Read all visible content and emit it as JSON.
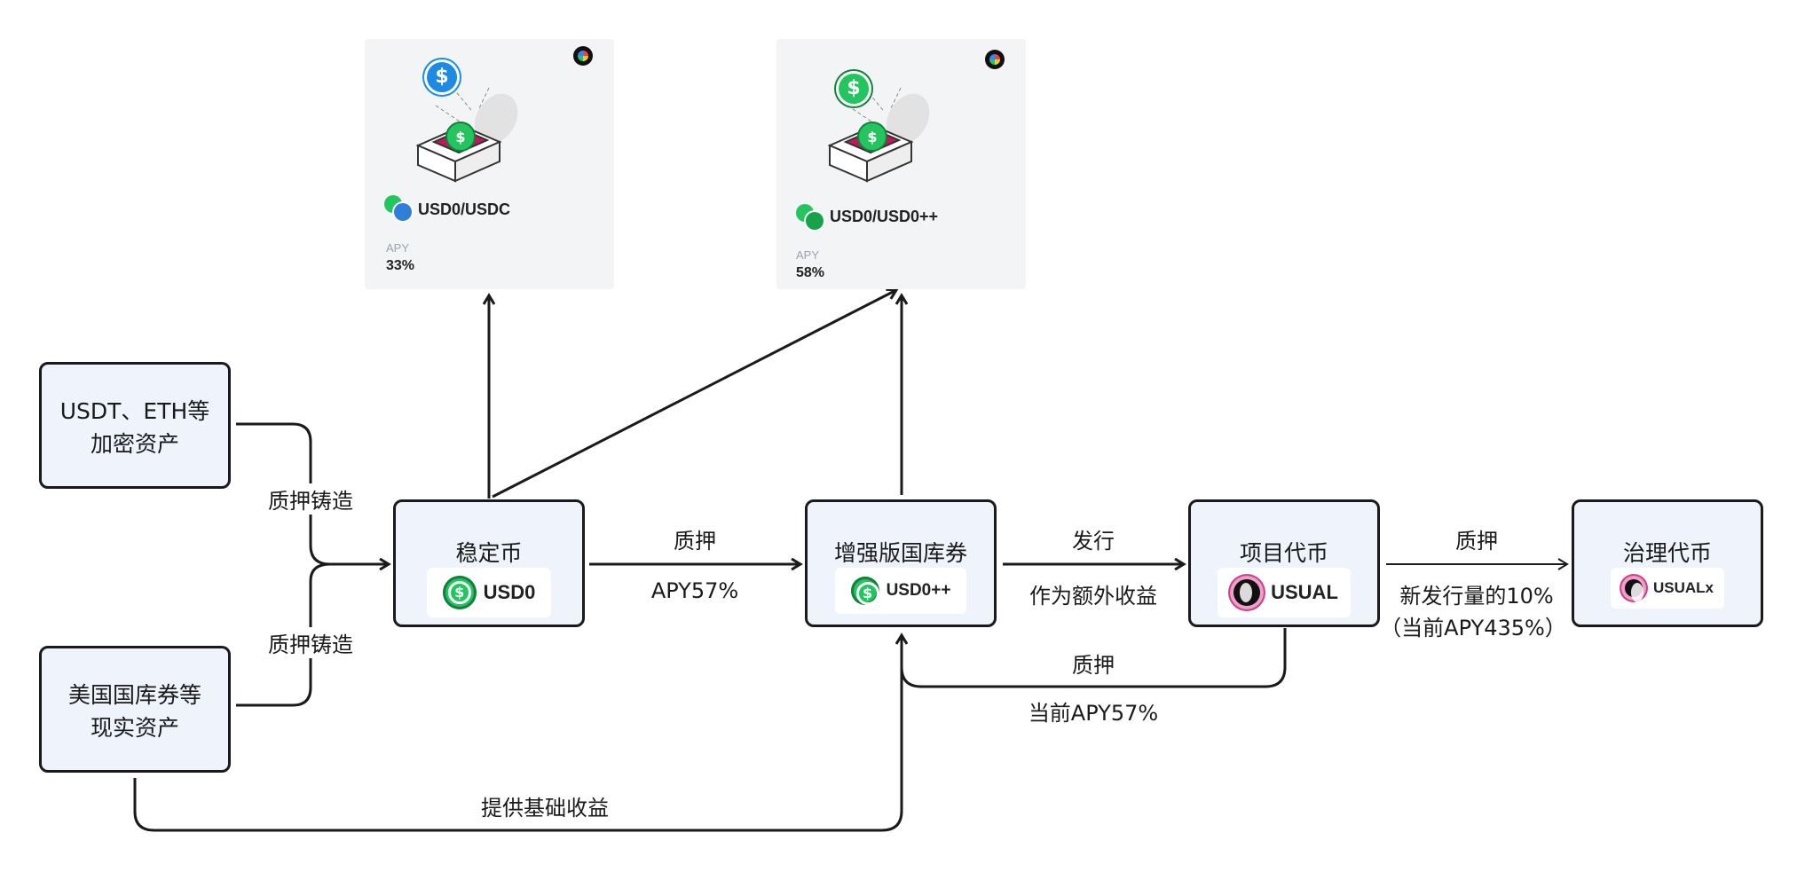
{
  "nodes": {
    "crypto": {
      "line1": "USDT、ETH等",
      "line2": "加密资产"
    },
    "rwa": {
      "line1": "美国国库券等",
      "line2": "现实资产"
    },
    "stablecoin": {
      "title": "稳定币",
      "token": "USD0"
    },
    "treasury": {
      "title": "增强版国库券",
      "token": "USD0++"
    },
    "project": {
      "title": "项目代币",
      "token": "USUAL"
    },
    "governance": {
      "title": "治理代币",
      "token": "USUALx"
    }
  },
  "edges": {
    "crypto_to_stable": "质押铸造",
    "rwa_to_stable": "质押铸造",
    "stable_to_treasury": {
      "top": "质押",
      "bottom": "APY57%"
    },
    "treasury_to_project": {
      "top": "发行",
      "bottom": "作为额外收益"
    },
    "project_to_governance": {
      "top": "质押",
      "line2": "新发行量的10%",
      "line3": "（当前APY435%）"
    },
    "project_to_treasury": {
      "top": "质押",
      "bottom": "当前APY57%"
    },
    "rwa_to_treasury": "提供基础收益"
  },
  "pools": [
    {
      "name": "USD0/USDC",
      "apy_label": "APY",
      "apy": "33%",
      "coin_top": "#1d8ae3",
      "pair_back": "#22c55e",
      "pair_front": "#2f7fd8"
    },
    {
      "name": "USD0/USD0++",
      "apy_label": "APY",
      "apy": "58%",
      "coin_top": "#22c55e",
      "pair_back": "#22c55e",
      "pair_front": "#16a34a"
    }
  ],
  "colors": {
    "stroke": "#1a1a1a",
    "box_fill": "#eef3fc",
    "card_fill": "#f3f4f6"
  }
}
